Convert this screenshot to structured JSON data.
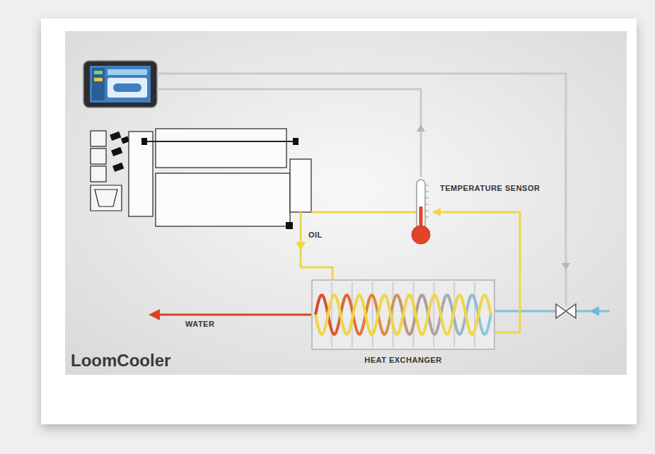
{
  "diagram": {
    "nodes": [
      {
        "text": [
          "TEMPERATURE SENSOR"
        ]
      },
      {
        "text": [
          "HEAT EXCHANGER"
        ]
      }
    ],
    "edges": [
      {
        "from": 1,
        "to": 0,
        "arrow": "to"
      }
    ],
    "labels": [
      "OIL",
      "WATER",
      "LoomCooler"
    ]
  }
}
